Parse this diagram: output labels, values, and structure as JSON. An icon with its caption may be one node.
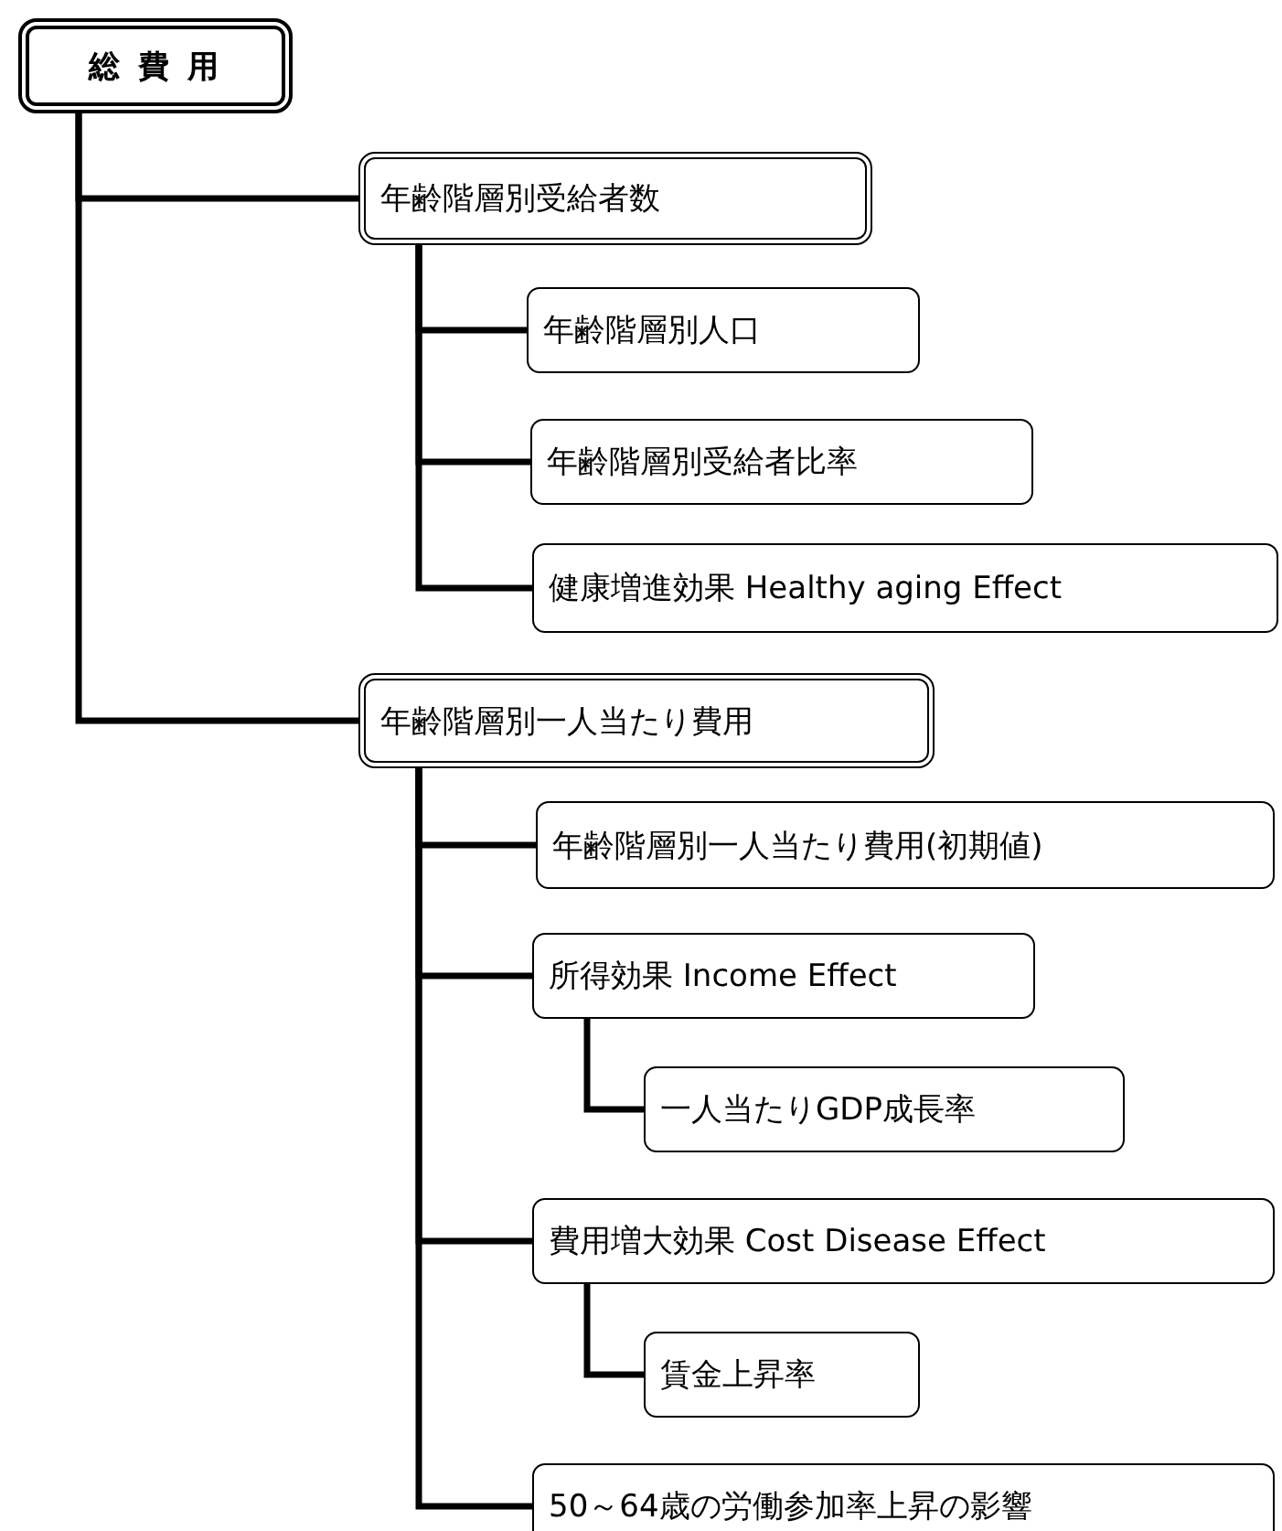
{
  "diagram": {
    "nodes": [
      {
        "text": [
          "総 費 用"
        ]
      },
      {
        "text": [
          "年齢階層別受給者数"
        ]
      },
      {
        "text": [
          "年齢階層別人口"
        ]
      },
      {
        "text": [
          "年齢階層別受給者比率"
        ]
      },
      {
        "text": [
          "健康増進効果 Healthy aging Effect"
        ]
      },
      {
        "text": [
          "年齢階層別一人当たり費用"
        ]
      },
      {
        "text": [
          "年齢階層別一人当たり費用(初期値)"
        ]
      },
      {
        "text": [
          "所得効果 Income Effect"
        ]
      },
      {
        "text": [
          "一人当たりGDP成長率"
        ]
      },
      {
        "text": [
          "費用増大効果 Cost Disease Effect"
        ]
      },
      {
        "text": [
          "賃金上昇率"
        ]
      },
      {
        "text": [
          "50～64歳の労働参加率上昇の影響"
        ]
      }
    ],
    "edges": [
      {
        "from": 0,
        "to": 1,
        "arrow": "none"
      },
      {
        "from": 0,
        "to": 5,
        "arrow": "none"
      },
      {
        "from": 1,
        "to": 2,
        "arrow": "none"
      },
      {
        "from": 1,
        "to": 3,
        "arrow": "none"
      },
      {
        "from": 1,
        "to": 4,
        "arrow": "none"
      },
      {
        "from": 5,
        "to": 6,
        "arrow": "none"
      },
      {
        "from": 5,
        "to": 7,
        "arrow": "none"
      },
      {
        "from": 5,
        "to": 9,
        "arrow": "none"
      },
      {
        "from": 5,
        "to": 11,
        "arrow": "none"
      },
      {
        "from": 7,
        "to": 8,
        "arrow": "none"
      },
      {
        "from": 9,
        "to": 10,
        "arrow": "none"
      }
    ]
  }
}
